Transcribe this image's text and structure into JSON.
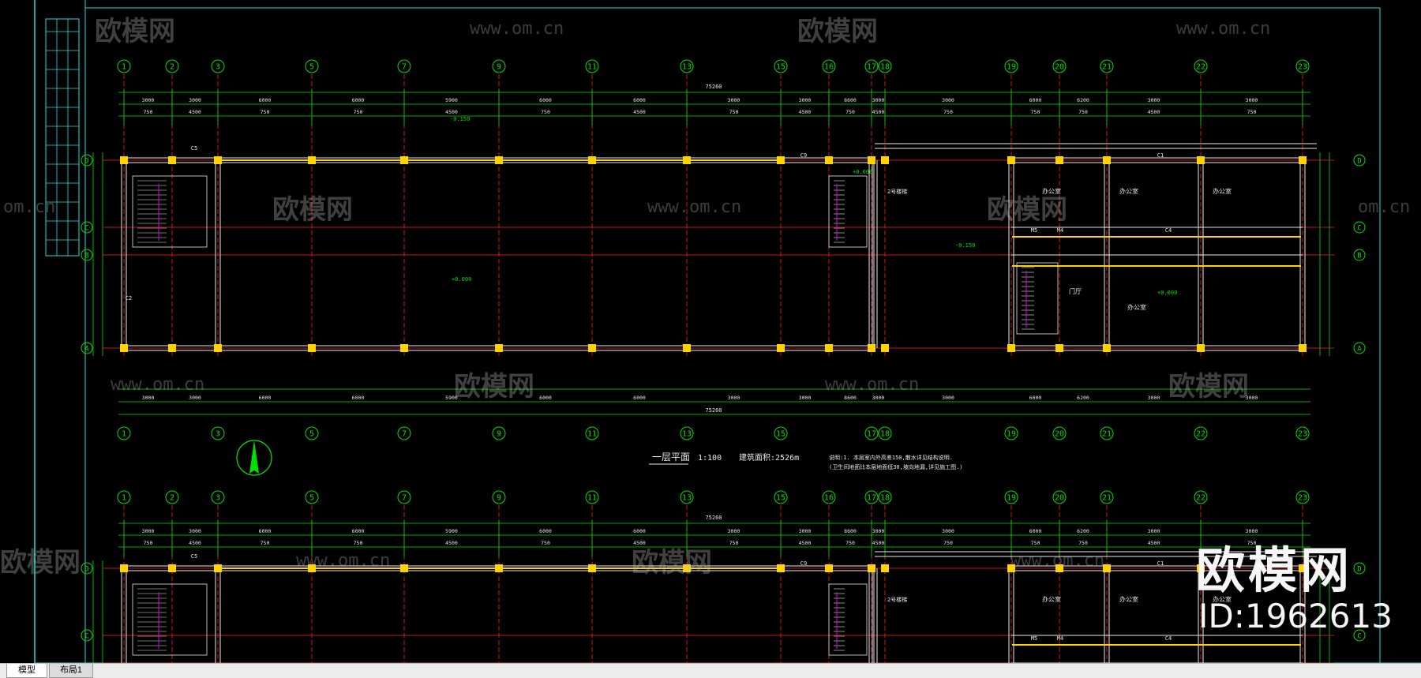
{
  "drawing": {
    "grid_axes_top": [
      "1",
      "2",
      "3",
      "5",
      "7",
      "9",
      "11",
      "13",
      "15",
      "16",
      "17",
      "18",
      "19",
      "20",
      "21",
      "22",
      "23"
    ],
    "grid_axes_bottom": [
      "1",
      "3",
      "5",
      "7",
      "9",
      "11",
      "13",
      "15",
      "17",
      "18",
      "19",
      "20",
      "21",
      "22",
      "23"
    ],
    "grid_axes_rows": [
      "D",
      "C",
      "B",
      "A"
    ],
    "total_length": "75260",
    "dims_top_row1": [
      "3000",
      "3000",
      "6000",
      "6000",
      "5900",
      "6000",
      "6000",
      "3000",
      "3000",
      "8600",
      "3000",
      "3000",
      "6000",
      "6200"
    ],
    "dims_top_row2": [
      "750",
      "4500",
      "750",
      "750",
      "4500",
      "750",
      "4500",
      "750",
      "4500",
      "750",
      "4500",
      "750",
      "750"
    ],
    "room_labels": [
      "办公室",
      "办公室",
      "办公室",
      "办公室",
      "门厅"
    ],
    "beam_labels": [
      "C9",
      "C5",
      "C4",
      "M4",
      "M5",
      "C2",
      "C1"
    ],
    "stair_note": "2号楼梯",
    "elevation_plus": "+0.000",
    "elevation_minus": "-0.150",
    "plan_title": "一层平面",
    "plan_scale": "1:100",
    "plan_area": "建筑面积:2526m",
    "plan_note_line1": "说明:1. 本层室内外高差150,散水详见结构说明.",
    "plan_note_line2": "(卫生间地面比本层地面低30,坡向地漏,详见施工图.)"
  },
  "tabs": {
    "model": "模型",
    "layout1": "布局1"
  },
  "watermark": {
    "brand": "欧模网",
    "id": "ID:1962613",
    "url": "www.om.cn",
    "url_partial": "om.cn"
  },
  "colors": {
    "background": "#000000",
    "grid_red": "#ff2020",
    "dim_green": "#00e000",
    "wall_white": "#e8e8e8",
    "column_yellow": "#ffd400",
    "stair_magenta": "#e000e0",
    "frame_cyan": "#20e0e0"
  }
}
